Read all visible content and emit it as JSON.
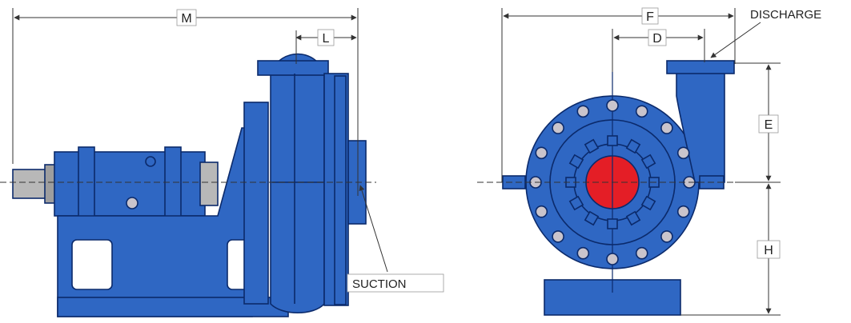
{
  "labels": {
    "m": "M",
    "l": "L",
    "f": "F",
    "d": "D",
    "e": "E",
    "h": "H",
    "discharge": "DISCHARGE",
    "suction": "SUCTION"
  },
  "colors": {
    "pump_body": "#2f67c3",
    "pump_outline": "#0b2a6b",
    "impeller_eye": "#e41e26",
    "bolt": "#c9c4cc",
    "shaft": "#b8b8b8",
    "dimension_line": "#333333"
  }
}
